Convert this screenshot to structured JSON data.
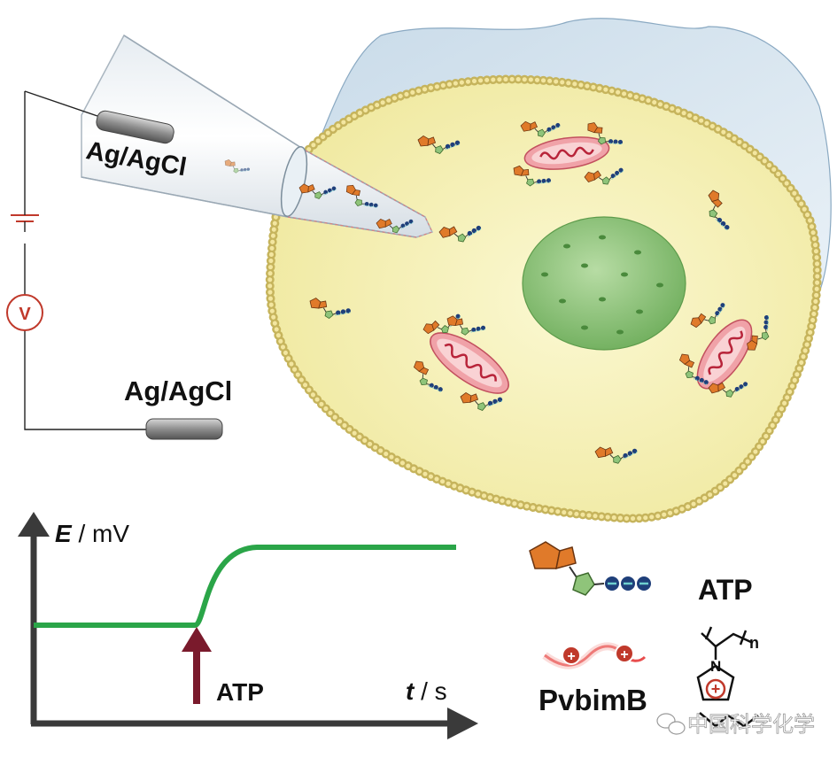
{
  "electrodes": {
    "pipette_label": "Ag/AgCl",
    "bath_label": "Ag/AgCl",
    "voltmeter_symbol": "V"
  },
  "graph": {
    "y_label_var": "E",
    "y_label_unit": " / mV",
    "x_label_var": "t",
    "x_label_unit": " / s",
    "arrow_label": "ATP",
    "colors": {
      "trace": "#2aa548",
      "arrow": "#7a1a2c",
      "axes": "#3a3a3a"
    }
  },
  "legend": {
    "atp_label": "ATP",
    "polymer_label": "PvbimB",
    "structure_n": "n",
    "structure_N": "N"
  },
  "watermark": {
    "text": "中国科学化学"
  },
  "colors": {
    "cytoplasm": "#f5f0b0",
    "membrane": "#e9d98a",
    "nucleus": "#8cc47a",
    "mito_outer": "#f0a2a8",
    "mito_inner": "#b8243a",
    "adenine": "#e07a2a",
    "ribose": "#8fc47a",
    "phosphate": "#1f3f7a"
  }
}
